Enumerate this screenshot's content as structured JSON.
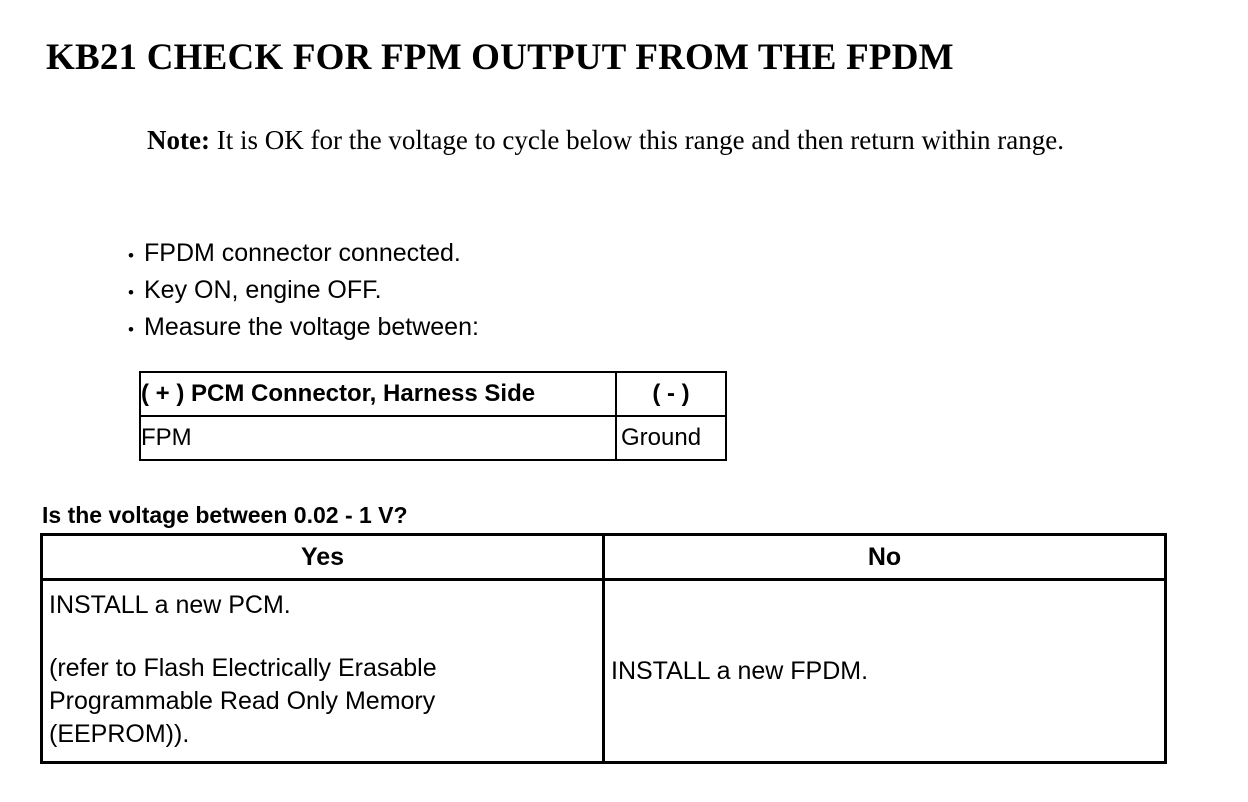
{
  "document": {
    "title": "KB21 CHECK FOR FPM OUTPUT FROM THE FPDM",
    "note": {
      "label": "Note:",
      "text": " It is OK for the voltage to cycle below this range and then return within range."
    },
    "conditions": [
      {
        "bullet": "•",
        "text": "FPDM connector connected."
      },
      {
        "bullet": "•",
        "text": "Key ON, engine OFF."
      },
      {
        "bullet": "•",
        "text": "Measure the voltage between:"
      }
    ],
    "measurement_table": {
      "headers": [
        "( + ) PCM Connector, Harness Side",
        "( - )"
      ],
      "rows": [
        [
          "FPM",
          "Ground"
        ]
      ]
    },
    "question": "Is the voltage between 0.02 - 1 V?",
    "decision_table": {
      "headers": [
        "Yes",
        "No"
      ],
      "yes_lines": [
        "INSTALL a new PCM.",
        "(refer to Flash Electrically Erasable",
        "Programmable Read Only Memory",
        "(EEPROM))."
      ],
      "no_text": "INSTALL a new FPDM."
    },
    "colors": {
      "ink": "#000000",
      "paper": "#ffffff"
    }
  }
}
